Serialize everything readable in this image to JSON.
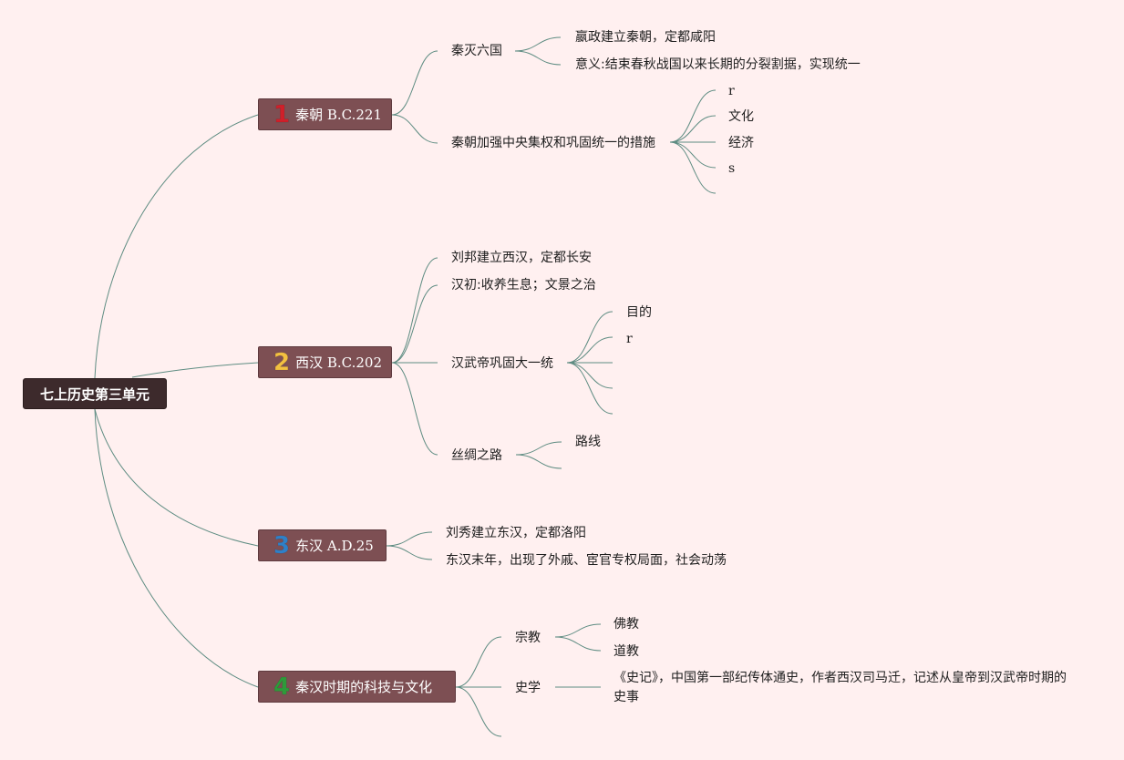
{
  "root": {
    "label": "七上历史第三单元"
  },
  "colors": {
    "background": "#fff0f0",
    "root_fill": "#3d2a2c",
    "topic_fill": "#7d4f53",
    "line": "#5e8c82",
    "badge1": "#d0202a",
    "badge2": "#f3c040",
    "badge3": "#2f80c8",
    "badge4": "#2e9a3a"
  },
  "topics": [
    {
      "badge": "1",
      "label": "秦朝 B.C.221",
      "children": [
        {
          "label": "秦灭六国",
          "children": [
            "嬴政建立秦朝，定都咸阳",
            "意义:结束春秋战国以来长期的分裂割据，实现统一"
          ]
        },
        {
          "label": "秦朝加强中央集权和巩固统一的措施",
          "children": [
            "r",
            "文化",
            "经济",
            "s"
          ]
        }
      ]
    },
    {
      "badge": "2",
      "label": "西汉 B.C.202",
      "children": [
        {
          "label": "刘邦建立西汉，定都长安"
        },
        {
          "label": "汉初:收养生息；文景之治"
        },
        {
          "label": "汉武帝巩固大一统",
          "children": [
            "目的",
            "r"
          ]
        },
        {
          "label": "丝绸之路",
          "children": [
            "路线"
          ]
        }
      ]
    },
    {
      "badge": "3",
      "label": "东汉 A.D.25",
      "children": [
        {
          "label": "刘秀建立东汉，定都洛阳"
        },
        {
          "label": "东汉末年，出现了外戚、宦官专权局面，社会动荡"
        }
      ]
    },
    {
      "badge": "4",
      "label": "秦汉时期的科技与文化",
      "children": [
        {
          "label": "宗教",
          "children": [
            "佛教",
            "道教"
          ]
        },
        {
          "label": "史学",
          "children": [
            "《史记》，中国第一部纪传体通史，作者西汉司马迁，记述从皇帝到汉武帝时期的史事"
          ]
        }
      ]
    }
  ]
}
